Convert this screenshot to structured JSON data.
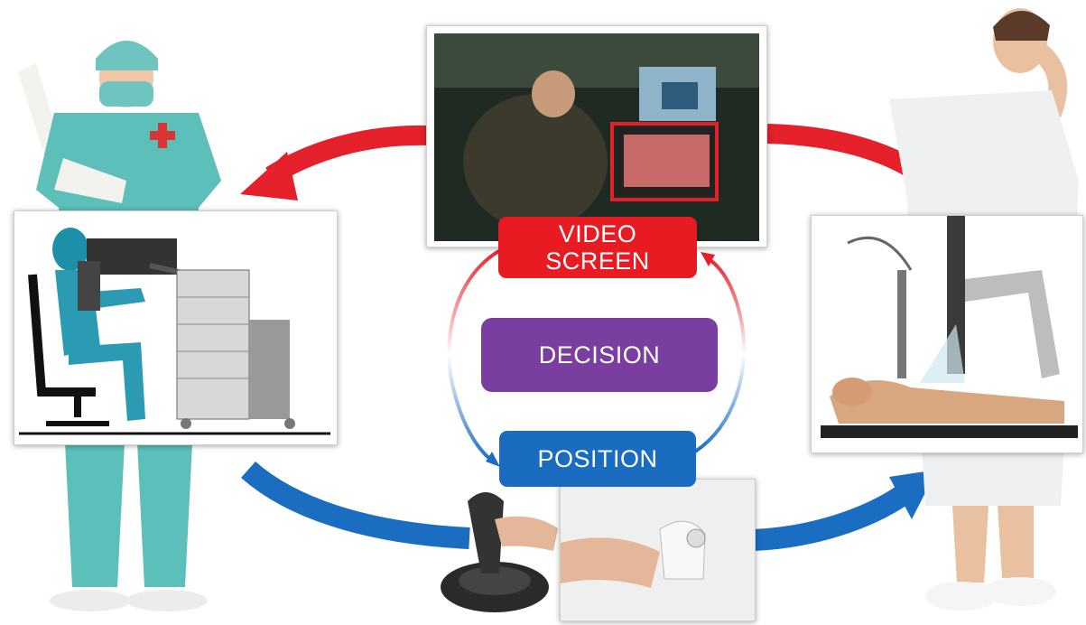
{
  "labels": {
    "video_screen_line1": "VIDEO",
    "video_screen_line2": "SCREEN",
    "decision": "DECISION",
    "position": "POSITION"
  },
  "colors": {
    "video": "#e81b23",
    "decision": "#7a3ea1",
    "position": "#1a6cc0",
    "red_arrow": "#e4202a",
    "blue_arrow": "#1b6dc1",
    "scrub": "#5cbfb9"
  }
}
